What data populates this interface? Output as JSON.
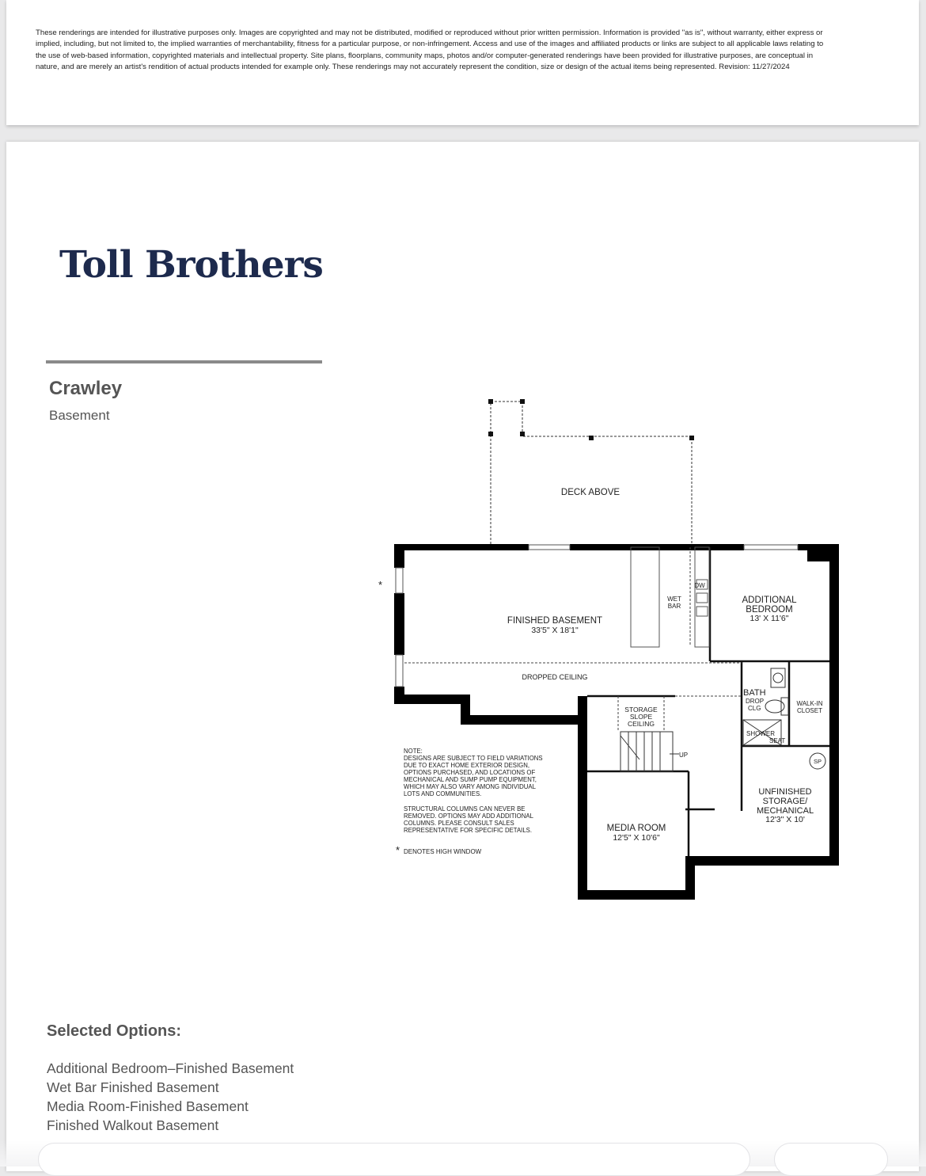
{
  "disclaimer": "These renderings are intended for illustrative purposes only. Images are copyrighted and may not be distributed, modified or reproduced without prior written permission. Information is provided \"as is\", without warranty, either express or implied, including, but not limited to, the implied warranties of merchantability, fitness for a particular purpose, or non-infringement. Access and use of the images and affiliated products or links are subject to all applicable laws relating to the use of web-based information, copyrighted materials and intellectual property. Site plans, floorplans, community maps, photos and/or computer-generated renderings have been provided for illustrative purposes, are conceptual in nature, and are merely an artist's rendition of actual products intended for example only. These renderings may not accurately represent the condition, size or design of the actual items being represented. Revision: 11/27/2024",
  "brand": {
    "logo_text": "Toll Brothers"
  },
  "home": {
    "name": "Crawley",
    "level": "Basement"
  },
  "floorplan": {
    "deck": "DECK ABOVE",
    "finished_basement": {
      "name": "FINISHED BASEMENT",
      "size": "33'5\" X 18'1\""
    },
    "wet_bar_line1": "WET",
    "wet_bar_line2": "BAR",
    "dw": "DW",
    "additional_bedroom": {
      "line1": "ADDITIONAL",
      "line2": "BEDROOM",
      "size": "13' X 11'6\""
    },
    "dropped_ceiling": "DROPPED CEILING",
    "bath": {
      "name": "BATH",
      "line1": "DROP",
      "line2": "CLG"
    },
    "walk_in_line1": "WALK-IN",
    "walk_in_line2": "CLOSET",
    "shower_line1": "SHOWER",
    "shower_line2": "SEAT",
    "storage_slope": {
      "line1": "STORAGE",
      "line2": "SLOPE",
      "line3": "CEILING"
    },
    "up": "UP",
    "sp": "SP",
    "unfinished": {
      "line1": "UNFINISHED",
      "line2": "STORAGE/",
      "line3": "MECHANICAL",
      "size": "12'3\" X 10'"
    },
    "media_room": {
      "name": "MEDIA ROOM",
      "size": "12'5\" X 10'6\""
    },
    "note_lines": [
      "NOTE:",
      "DESIGNS ARE SUBJECT TO FIELD VARIATIONS",
      "DUE TO EXACT HOME EXTERIOR DESIGN,",
      "OPTIONS PURCHASED, AND LOCATIONS OF",
      "MECHANICAL AND SUMP PUMP EQUIPMENT,",
      "WHICH MAY ALSO VARY AMONG INDIVIDUAL",
      "LOTS AND COMMUNITIES."
    ],
    "note2_lines": [
      "STRUCTURAL COLUMNS CAN NEVER BE",
      "REMOVED. OPTIONS MAY ADD ADDITIONAL",
      "COLUMNS. PLEASE CONSULT SALES",
      "REPRESENTATIVE FOR SPECIFIC DETAILS."
    ],
    "asterisk": "*",
    "high_window_note": "DENOTES HIGH WINDOW"
  },
  "options": {
    "title": "Selected Options:",
    "items": [
      "Additional Bedroom–Finished Basement",
      "Wet Bar Finished Basement",
      "Media Room-Finished Basement",
      "Finished Walkout Basement"
    ]
  }
}
